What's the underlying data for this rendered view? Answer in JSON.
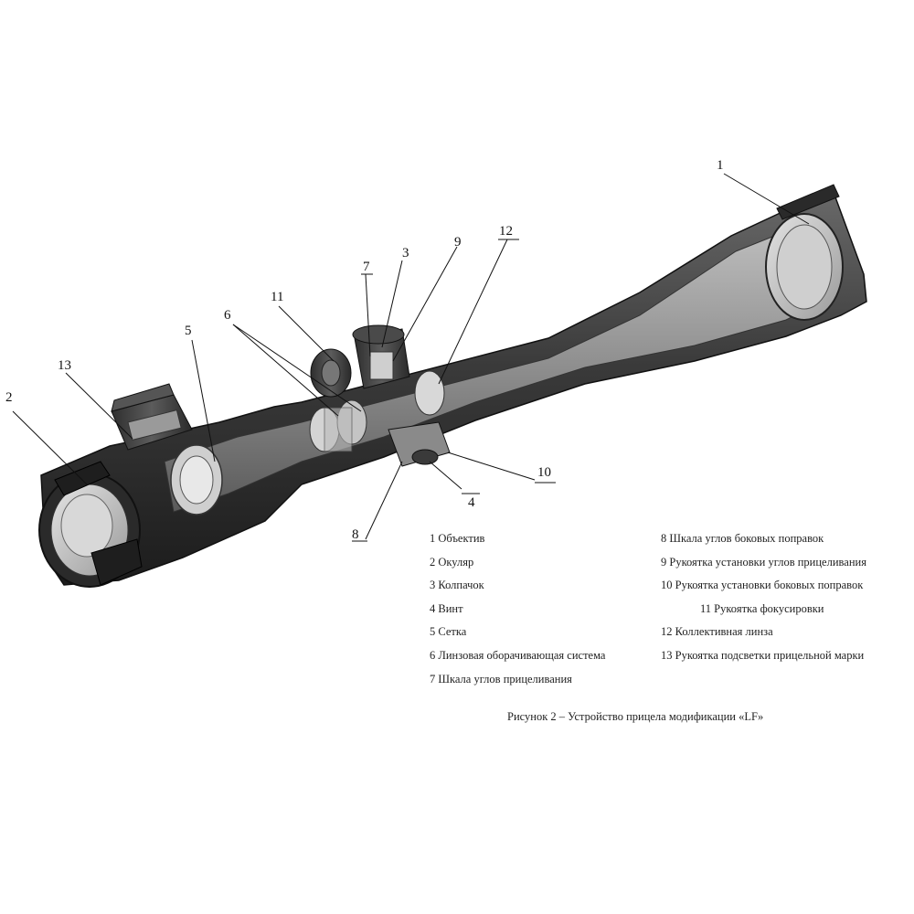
{
  "callouts": [
    "1",
    "2",
    "3",
    "4",
    "5",
    "6",
    "7",
    "8",
    "9",
    "10",
    "11",
    "12",
    "13"
  ],
  "legend": [
    "1 Объектив",
    "2 Окуляр",
    "3 Колпачок",
    "4 Винт",
    "5 Сетка",
    "6 Линзовая оборачивающая система",
    "7 Шкала углов прицеливания",
    "8 Шкала углов боковых поправок",
    "9 Рукоятка установки углов прицеливания",
    "10 Рукоятка установки боковых поправок",
    "11 Рукоятка фокусировки",
    "12 Коллективная линза",
    "13 Рукоятка подсветки прицельной марки"
  ],
  "caption": "Рисунок 2 – Устройство прицела модификации «LF»"
}
